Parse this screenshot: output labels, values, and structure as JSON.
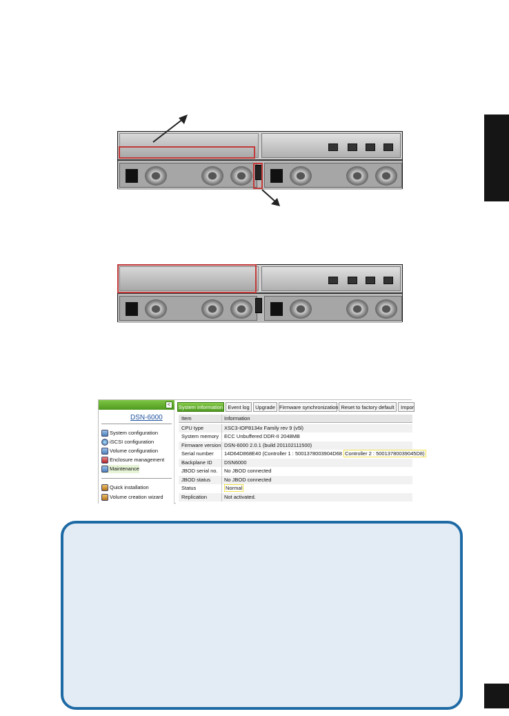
{
  "icons": [
    "switch-icon",
    "arrow-icon"
  ],
  "colors": {
    "highlight_red": "#c23a3a",
    "highlight_yellow": "#f0e24a",
    "note_border": "#1e6aa5",
    "note_fill": "#e3ecf5",
    "app_green": "#5aa82a"
  },
  "app": {
    "collapse_glyph": "<",
    "logo": "DSN-6000",
    "nav": [
      {
        "label": "System configuration",
        "icon": "gear-icon"
      },
      {
        "label": "iSCSI configuration",
        "icon": "globe-icon"
      },
      {
        "label": "Volume configuration",
        "icon": "volume-icon"
      },
      {
        "label": "Enclosure management",
        "icon": "enclosure-icon"
      },
      {
        "label": "Maintenance",
        "icon": "maintenance-icon"
      },
      {
        "label": "Quick installation",
        "icon": "quick-install-icon"
      },
      {
        "label": "Volume creation wizard",
        "icon": "wizard-icon"
      }
    ],
    "tabs": [
      "System information",
      "Event log",
      "Upgrade",
      "Firmware synchronization",
      "Reset to factory default",
      "Impor"
    ],
    "table": {
      "headers": [
        "Item",
        "Information"
      ],
      "rows": [
        {
          "item": "CPU type",
          "info": "XSC3-IOP8134x Family rev 9 (v5l)"
        },
        {
          "item": "System memory",
          "info": "ECC Unbuffered DDR-II 2048MB"
        },
        {
          "item": "Firmware version",
          "info": "DSN-6000 2.0.1 (build 201102111500)"
        },
        {
          "item": "Serial number",
          "info": "14D64D868E40 (Controller 1 : 5001378003904D68",
          "info_highlight": "Controller 2 : 50013780039045D8)"
        },
        {
          "item": "Backplane ID",
          "info": "DSN6000"
        },
        {
          "item": "JBOD serial no.",
          "info": "No JBOD connected"
        },
        {
          "item": "JBOD status",
          "info": "No JBOD connected"
        },
        {
          "item": "Status",
          "info_highlight": "Normal"
        },
        {
          "item": "Replication",
          "info": "Not activated."
        }
      ]
    }
  }
}
